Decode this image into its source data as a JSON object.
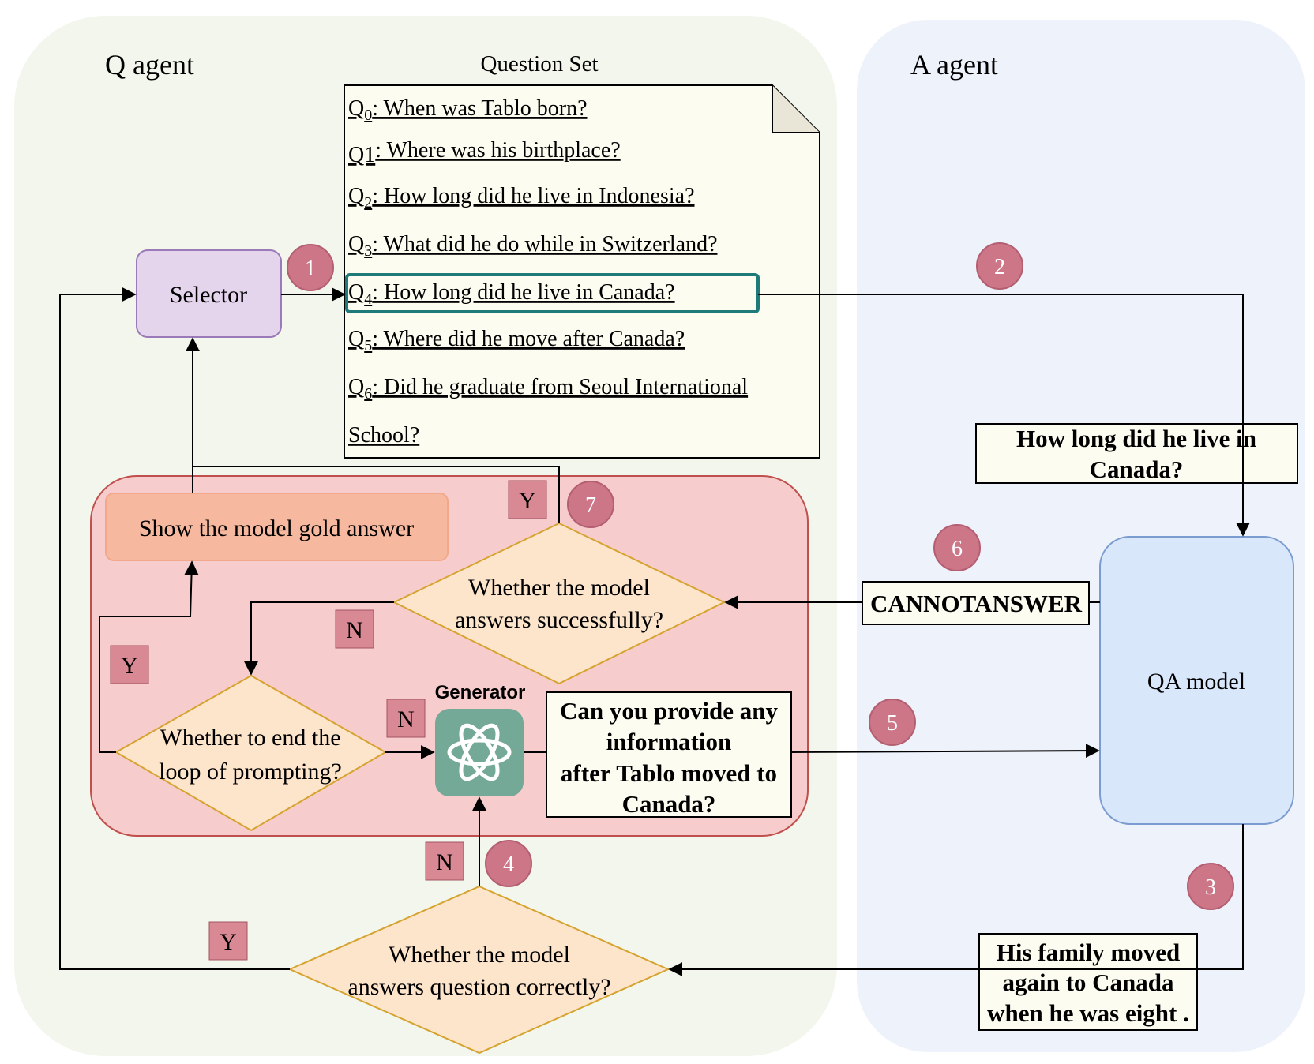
{
  "panels": {
    "q_agent_title": "Q agent",
    "a_agent_title": "A agent"
  },
  "question_set": {
    "title": "Question Set",
    "questions": [
      {
        "prefix": "Q",
        "sub": "0",
        "text": ": When was Tablo born?"
      },
      {
        "prefix": "Q1",
        "sub": "",
        "text": ": Where was his birthplace?"
      },
      {
        "prefix": "Q",
        "sub": "2",
        "text": ": How long did he live in Indonesia?"
      },
      {
        "prefix": "Q",
        "sub": "3",
        "text": ": What did he do while in Switzerland?"
      },
      {
        "prefix": "Q",
        "sub": "4",
        "text": ": How long did he live in Canada?"
      },
      {
        "prefix": "Q",
        "sub": "5",
        "text": ": Where did he move after Canada?"
      },
      {
        "prefix": "Q",
        "sub": "6",
        "text": ": Did he graduate from Seoul International"
      }
    ],
    "continuation": "School?"
  },
  "nodes": {
    "selector": "Selector",
    "show_gold": "Show the model gold answer",
    "qa_model": "QA model",
    "generator": "Generator",
    "decision_success": [
      "Whether the model",
      "answers successfully?"
    ],
    "decision_end_loop": [
      "Whether to end the",
      "loop of prompting?"
    ],
    "decision_correct": [
      "Whether the model",
      "answers question correctly?"
    ]
  },
  "messages": {
    "question_to_qa": [
      "How long did he live in",
      "Canada?"
    ],
    "cannot_answer": "CANNOTANSWER",
    "generated_prompt": [
      "Can you provide any",
      "information",
      "after Tablo moved to",
      "Canada?"
    ],
    "qa_answer": [
      "His family moved",
      "again to Canada",
      "when he was eight ."
    ]
  },
  "step_labels": [
    "1",
    "2",
    "3",
    "4",
    "5",
    "6",
    "7"
  ],
  "branch_labels": {
    "yes": "Y",
    "no": "N"
  },
  "colors": {
    "q_panel": "#f3f6ec",
    "a_panel": "#eef2fb",
    "loop_box": "#f7cccc",
    "loop_border": "#c0504d",
    "selector_fill": "#e4d4ec",
    "selector_border": "#9a7ab8",
    "gold_fill": "#f6b89e",
    "diamond_fill": "#fde5cc",
    "diamond_border": "#d6a330",
    "qa_fill": "#d9e7fa",
    "qa_border": "#7a9cd0",
    "step_circle": "#cc7688",
    "branch_box": "#d98994",
    "note_fill": "#fdfcf0",
    "highlight": "#1f7a7a",
    "generator_logo": "#73a996"
  }
}
